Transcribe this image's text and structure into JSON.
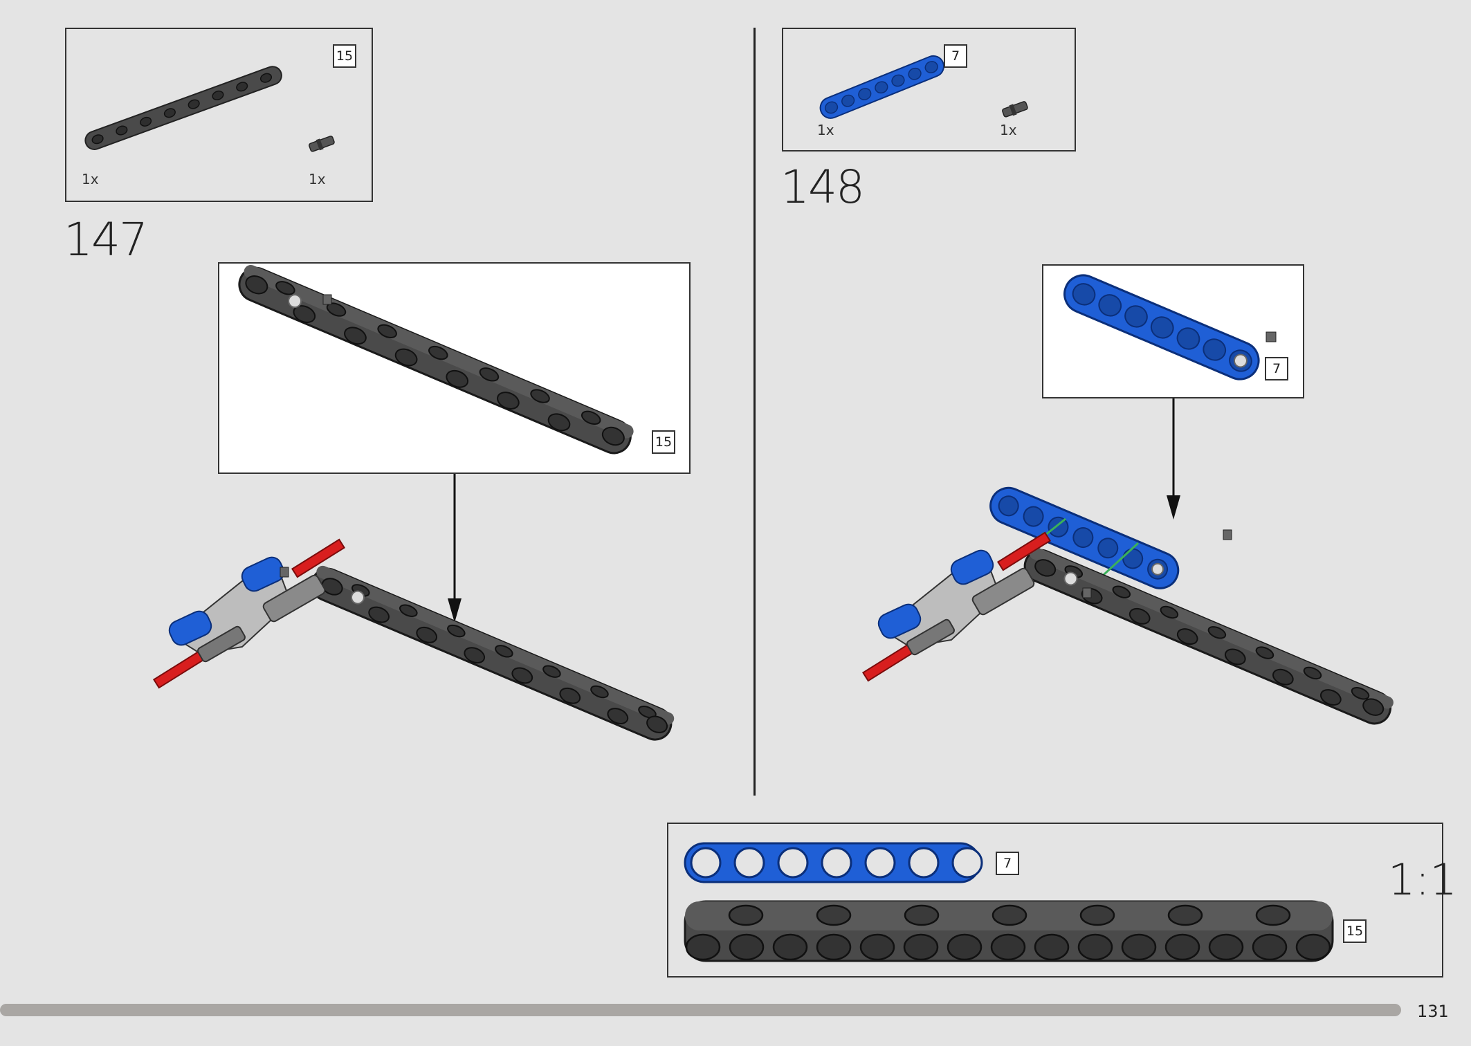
{
  "step147": {
    "number": "147",
    "parts": [
      {
        "name": "15-hole beam",
        "qty": "1x",
        "length_label": "15"
      },
      {
        "name": "pin with axle",
        "qty": "1x"
      }
    ],
    "callout_length_label": "15"
  },
  "step148": {
    "number": "148",
    "parts": [
      {
        "name": "7-hole beam",
        "qty": "1x",
        "length_label": "7"
      },
      {
        "name": "pin with axle",
        "qty": "1x"
      }
    ],
    "callout_length_label": "7"
  },
  "scale_reference": {
    "scale": "1:1",
    "items": [
      {
        "label": "7",
        "color": "#1f5fd6"
      },
      {
        "label": "15",
        "color": "#4a4a4a"
      }
    ]
  },
  "footer": {
    "page_number": "131",
    "progress_color": "#a9a6a3"
  },
  "colors": {
    "background": "#e4e4e4",
    "dark_grey_beam": "#4a4a4a",
    "blue_beam": "#1f5fd6",
    "red_axle": "#d81e1e",
    "green_arrow": "#3bb15a"
  }
}
